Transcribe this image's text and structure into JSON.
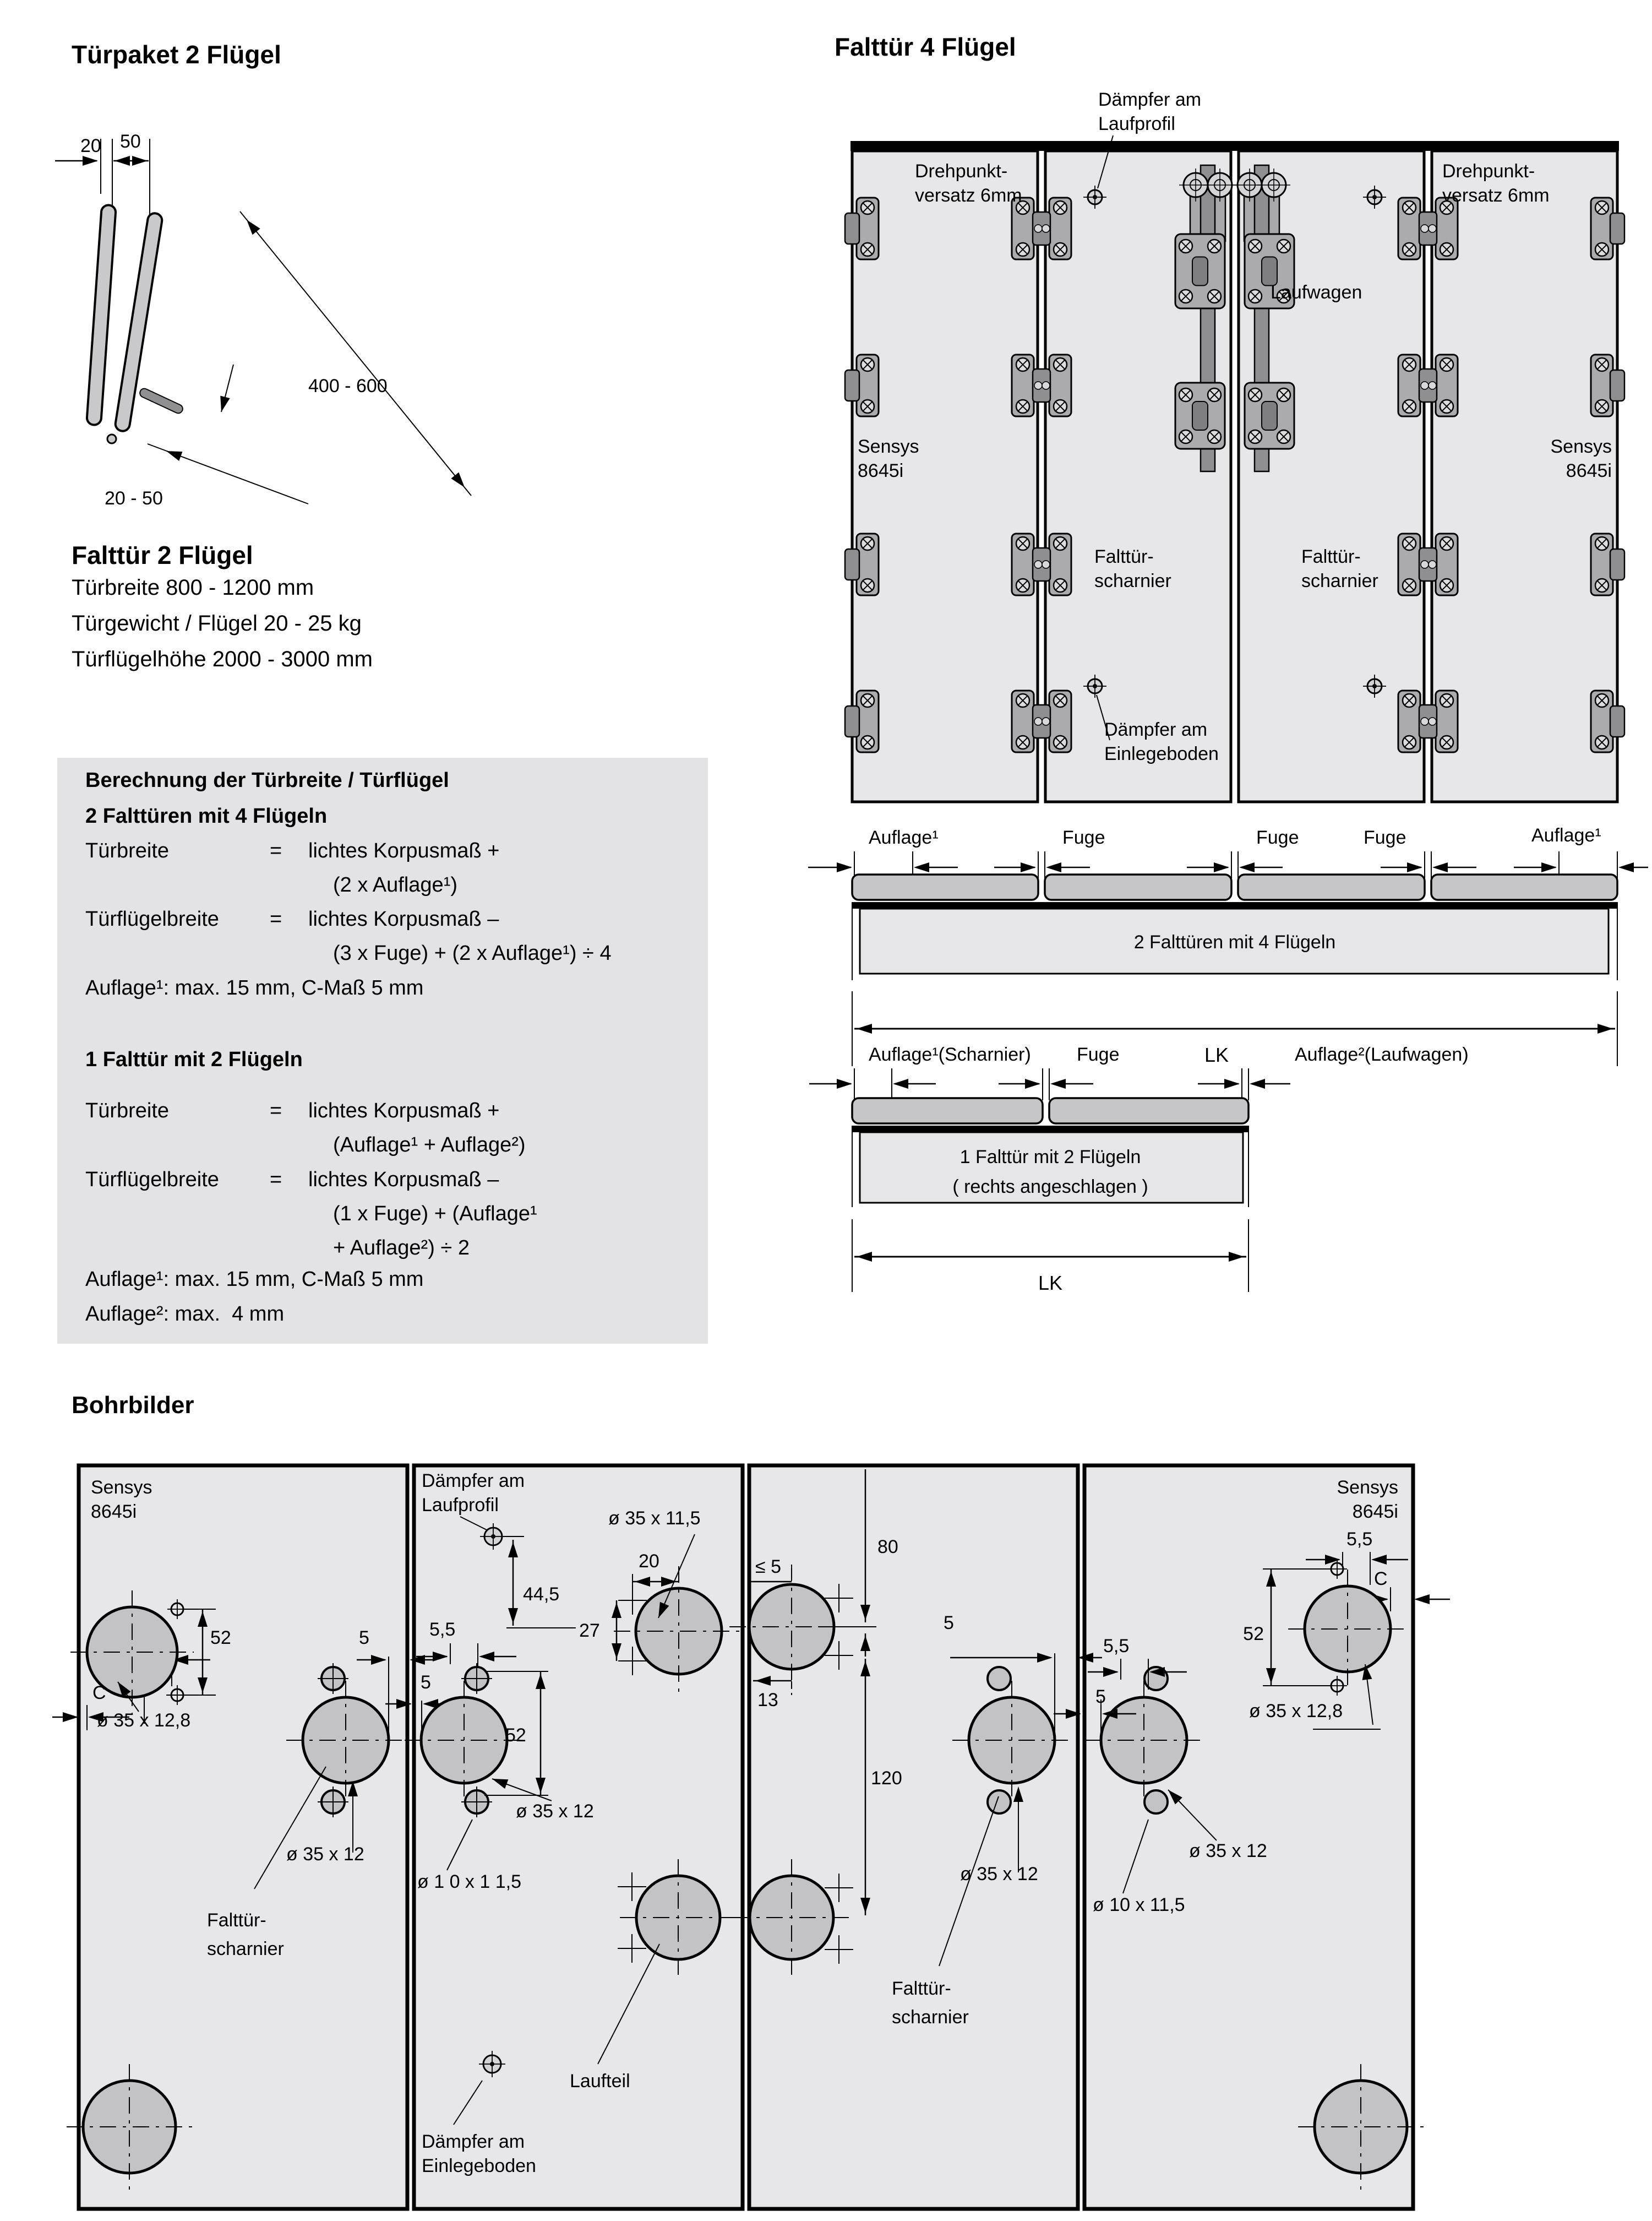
{
  "header": {
    "title_left": "Türpaket 2 Flügel",
    "title_right": "Falttür 4 Flügel",
    "falttuer2": "Falttür 2 Flügel",
    "bohrbilder": "Bohrbilder"
  },
  "specs": [
    "Türbreite 800 - 1200 mm",
    "Türgewicht / Flügel 20 - 25 kg",
    "Türflügelhöhe 2000 - 3000 mm"
  ],
  "fig_top_left": {
    "d20": "20",
    "d50": "50",
    "d400": "400 - 600",
    "d2050": "20 - 50"
  },
  "calc_box": {
    "h1": "Berechnung der Türbreite / Türflügel",
    "h2": "2 Falttüren mit 4 Flügeln",
    "r1_label": "Türbreite",
    "r1_eq": "=",
    "r1_f1": "lichtes Korpusmaß +",
    "r1_f2": "(2 x Auflage¹)",
    "r2_label": "Türflügelbreite",
    "r2_eq": "=",
    "r2_f1": "lichtes Korpusmaß –",
    "r2_f2": "(3 x Fuge) + (2 x Auflage¹) ÷ 4",
    "note1": "Auflage¹: max. 15 mm, C-Maß 5 mm",
    "h3": "1 Falttür mit 2 Flügeln",
    "r3_label": "Türbreite",
    "r3_eq": "=",
    "r3_f1": "lichtes Korpusmaß +",
    "r3_f2": "(Auflage¹ + Auflage²)",
    "r4_label": "Türflügelbreite",
    "r4_eq": "=",
    "r4_f1": "lichtes Korpusmaß –",
    "r4_f2": "(1 x Fuge) + (Auflage¹",
    "r4_f3": "+ Auflage²) ÷ 2",
    "note2": "Auflage¹: max. 15 mm, C-Maß 5 mm",
    "note3": "Auflage²: max.  4 mm"
  },
  "diagram4": {
    "damper_profile_1": "Dämpfer am",
    "damper_profile_2": "Laufprofil",
    "drehpunkt_1": "Drehpunkt-",
    "drehpunkt_2": "versatz 6mm",
    "laufwagen": "Laufwagen",
    "sensys_1": "Sensys",
    "sensys_2": "8645i",
    "scharnier_1": "Falttür-",
    "scharnier_2": "scharnier",
    "damper_shelf_1": "Dämpfer am",
    "damper_shelf_2": "Einlegeboden"
  },
  "width1": {
    "auflage": "Auflage¹",
    "fuge": "Fuge",
    "caption": "2 Falttüren mit 4 Flügeln",
    "lk": "LK"
  },
  "width2": {
    "auflage1": "Auflage¹(Scharnier)",
    "fuge": "Fuge",
    "auflage2": "Auflage²(Laufwagen)",
    "caption1": "1 Falttür mit 2 Flügeln",
    "caption2": "( rechts angeschlagen )",
    "lk": "LK"
  },
  "bohr": {
    "sensys_1": "Sensys",
    "sensys_2": "8645i",
    "d55": "5,5",
    "c": "C",
    "d52": "52",
    "d5": "5",
    "d445": "44,5",
    "d20": "20",
    "d27": "27",
    "d80": "80",
    "d13": "13",
    "d120": "120",
    "le5": "≤  5",
    "hole_sensys": "ø 35 x 12,8",
    "hole_hinge": "ø 35 x 12",
    "hole_lauf": "ø 35 x 11,5",
    "hole_pilot_sp": "ø 1 0 x 1 1,5",
    "hole_pilot": "ø 10 x 11,5",
    "scharnier_1": "Falttür-",
    "scharnier_2": "scharnier",
    "laufteil": "Laufteil",
    "damper_profile_1": "Dämpfer am",
    "damper_profile_2": "Laufprofil",
    "damper_shelf_1": "Dämpfer am",
    "damper_shelf_2": "Einlegeboden"
  }
}
